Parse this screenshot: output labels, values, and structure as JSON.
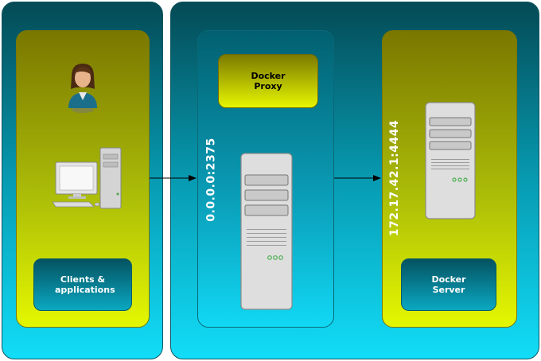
{
  "proxy": {
    "label": "Docker Proxy",
    "address": "0.0.0.0:2375"
  },
  "server": {
    "label": "Docker Server",
    "address": "172.17.42.1:4444"
  },
  "clients": {
    "label": "Clients & applications"
  }
}
